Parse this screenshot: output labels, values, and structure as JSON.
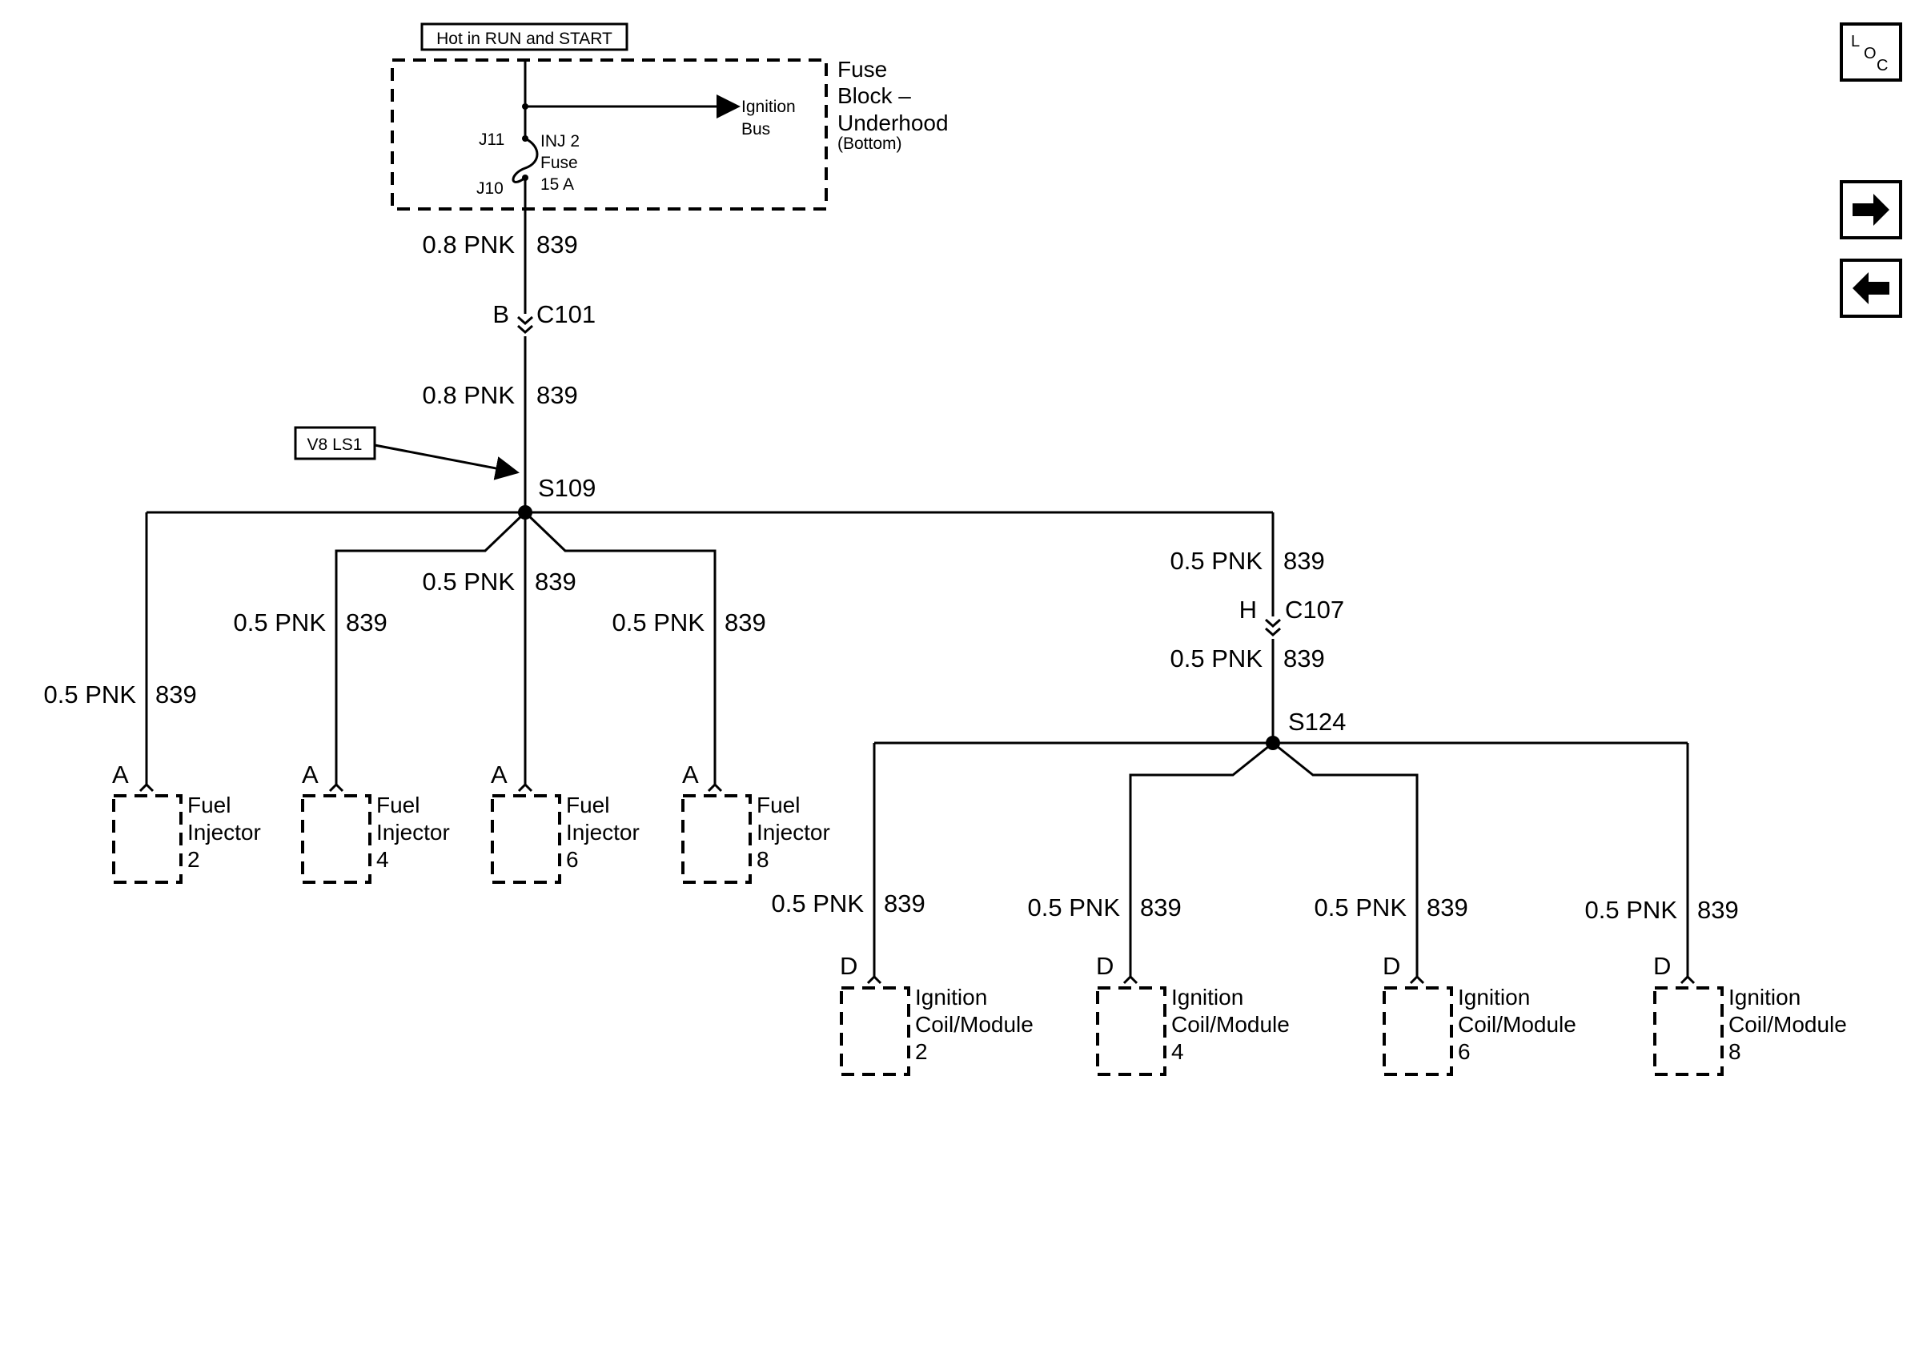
{
  "labels": {
    "hot_in_run": "Hot in RUN and START",
    "fuse_block_l1": "Fuse",
    "fuse_block_l2": "Block –",
    "fuse_block_l3": "Underhood",
    "fuse_block_l4": "(Bottom)",
    "ignition_bus_l1": "Ignition",
    "ignition_bus_l2": "Bus",
    "j11": "J11",
    "j10": "J10",
    "fuse_l1": "INJ 2",
    "fuse_l2": "Fuse",
    "fuse_l3": "15 A",
    "v8": "V8 LS1",
    "s109": "S109",
    "s124": "S124",
    "c101_pin": "B",
    "c101": "C101",
    "c107_pin": "H",
    "c107": "C107",
    "wire_08": "0.8 PNK",
    "wire_05": "0.5 PNK",
    "circuit": "839"
  },
  "nav": {
    "loc_l": "L",
    "loc_o": "O",
    "loc_c": "C",
    "forward_icon": "arrow-right-icon",
    "back_icon": "arrow-left-icon"
  },
  "injectors": [
    {
      "pin": "A",
      "l1": "Fuel",
      "l2": "Injector",
      "num": "2"
    },
    {
      "pin": "A",
      "l1": "Fuel",
      "l2": "Injector",
      "num": "4"
    },
    {
      "pin": "A",
      "l1": "Fuel",
      "l2": "Injector",
      "num": "6"
    },
    {
      "pin": "A",
      "l1": "Fuel",
      "l2": "Injector",
      "num": "8"
    }
  ],
  "coils": [
    {
      "pin": "D",
      "l1": "Ignition",
      "l2": "Coil/Module",
      "num": "2"
    },
    {
      "pin": "D",
      "l1": "Ignition",
      "l2": "Coil/Module",
      "num": "4"
    },
    {
      "pin": "D",
      "l1": "Ignition",
      "l2": "Coil/Module",
      "num": "6"
    },
    {
      "pin": "D",
      "l1": "Ignition",
      "l2": "Coil/Module",
      "num": "8"
    }
  ]
}
